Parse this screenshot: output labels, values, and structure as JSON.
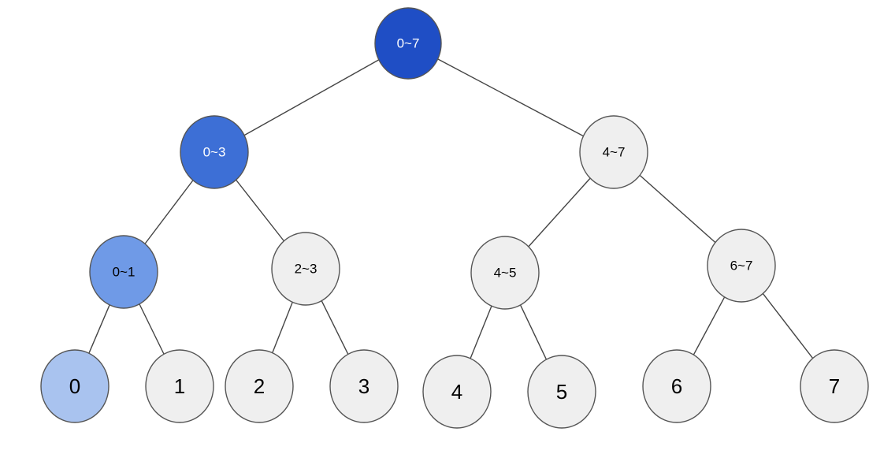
{
  "tree": {
    "nodes": [
      {
        "id": "n0_7",
        "label": "0~7",
        "fill": "#1f4ec5",
        "text_color": "#ffffff"
      },
      {
        "id": "n0_3",
        "label": "0~3",
        "fill": "#3d6fd6",
        "text_color": "#ffffff"
      },
      {
        "id": "n4_7",
        "label": "4~7",
        "fill": "#efefef",
        "text_color": "#000000"
      },
      {
        "id": "n0_1",
        "label": "0~1",
        "fill": "#6f9ae7",
        "text_color": "#000000"
      },
      {
        "id": "n2_3",
        "label": "2~3",
        "fill": "#efefef",
        "text_color": "#000000"
      },
      {
        "id": "n4_5",
        "label": "4~5",
        "fill": "#efefef",
        "text_color": "#000000"
      },
      {
        "id": "n6_7",
        "label": "6~7",
        "fill": "#efefef",
        "text_color": "#000000"
      },
      {
        "id": "n0",
        "label": "0",
        "fill": "#a9c3ef",
        "text_color": "#000000"
      },
      {
        "id": "n1",
        "label": "1",
        "fill": "#efefef",
        "text_color": "#000000"
      },
      {
        "id": "n2",
        "label": "2",
        "fill": "#efefef",
        "text_color": "#000000"
      },
      {
        "id": "n3",
        "label": "3",
        "fill": "#efefef",
        "text_color": "#000000"
      },
      {
        "id": "n4",
        "label": "4",
        "fill": "#efefef",
        "text_color": "#000000"
      },
      {
        "id": "n5",
        "label": "5",
        "fill": "#efefef",
        "text_color": "#000000"
      },
      {
        "id": "n6",
        "label": "6",
        "fill": "#efefef",
        "text_color": "#000000"
      },
      {
        "id": "n7",
        "label": "7",
        "fill": "#efefef",
        "text_color": "#000000"
      }
    ],
    "edges": [
      [
        "n0_7",
        "n0_3"
      ],
      [
        "n0_7",
        "n4_7"
      ],
      [
        "n0_3",
        "n0_1"
      ],
      [
        "n0_3",
        "n2_3"
      ],
      [
        "n4_7",
        "n4_5"
      ],
      [
        "n4_7",
        "n6_7"
      ],
      [
        "n0_1",
        "n0"
      ],
      [
        "n0_1",
        "n1"
      ],
      [
        "n2_3",
        "n2"
      ],
      [
        "n2_3",
        "n3"
      ],
      [
        "n4_5",
        "n4"
      ],
      [
        "n4_5",
        "n5"
      ],
      [
        "n6_7",
        "n6"
      ],
      [
        "n6_7",
        "n7"
      ]
    ],
    "colors": {
      "stroke": "#555555",
      "edge": "#444444"
    }
  }
}
